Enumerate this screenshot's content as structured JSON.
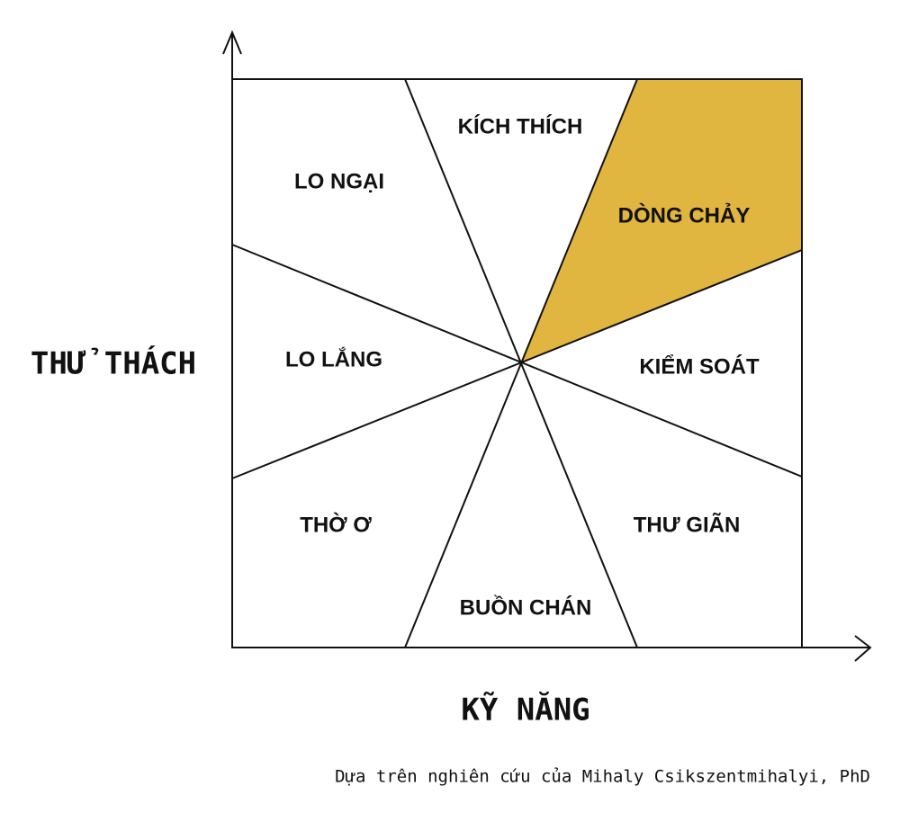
{
  "title": "Flow model diagram",
  "colors": {
    "flow_fill": "#E0B640",
    "line": "#111111"
  },
  "axes": {
    "y_label": "THỬ THÁCH",
    "x_label": "KỸ NĂNG"
  },
  "zones": {
    "arousal": "KÍCH THÍCH",
    "anxiety": "LO NGẠI",
    "flow": "DÒNG CHẢY",
    "worry": "LO LẮNG",
    "control": "KIỂM SOÁT",
    "apathy": "THỜ Ơ",
    "relaxation": "THƯ GIÃN",
    "boredom": "BUỒN CHÁN"
  },
  "highlighted_zone": "flow",
  "caption": "Dựa trên nghiên cứu của Mihaly Csikszentmihalyi, PhD"
}
